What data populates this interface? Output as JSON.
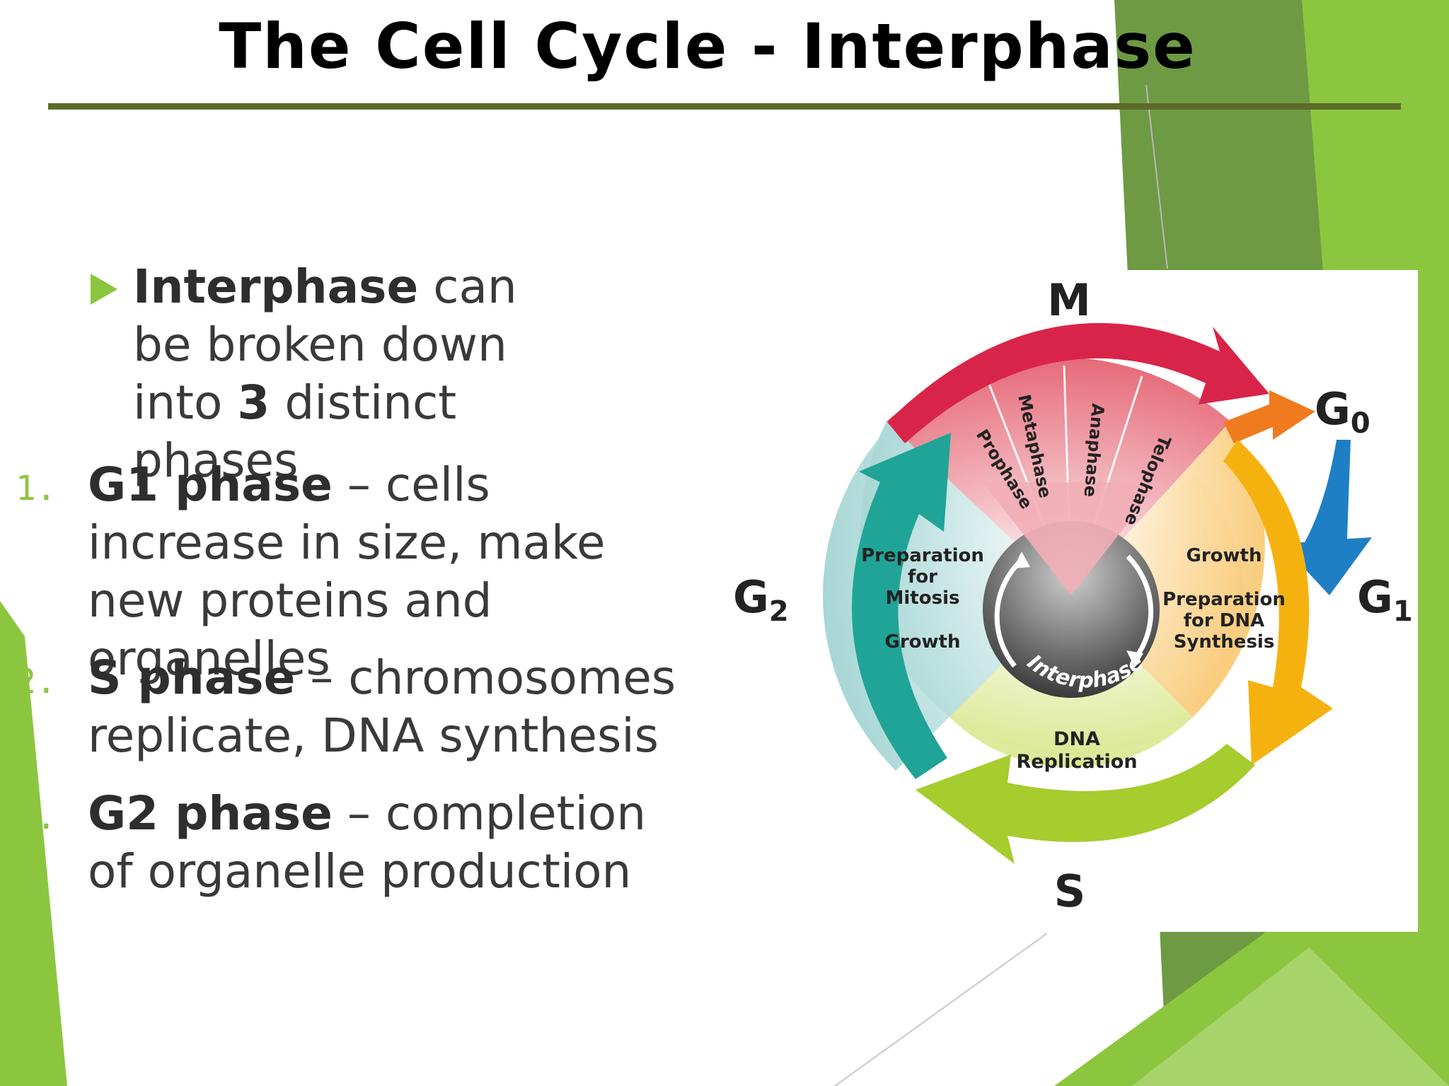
{
  "slide": {
    "title": "The Cell Cycle - Interphase",
    "bullet": {
      "bold_lead": "Interphase",
      "text_a": " can be broken down into ",
      "bold_num": "3",
      "text_b": " distinct phases"
    },
    "items": [
      {
        "number": "1.",
        "bold": "G1 phase",
        "text": " – cells increase in size, make new proteins and organelles"
      },
      {
        "number": "2.",
        "bold": "S phase",
        "text": " – chromosomes replicate, DNA synthesis"
      },
      {
        "number": "3.",
        "bold": "G2 phase",
        "text": " – completion of organelle production"
      }
    ]
  },
  "diagram": {
    "labels": {
      "m": "M",
      "g0": "G",
      "g0_sub": "0",
      "g1": "G",
      "g1_sub": "1",
      "g2": "G",
      "g2_sub": "2",
      "s": "S"
    },
    "mitosis_phases": [
      "Prophase",
      "Metaphase",
      "Anaphase",
      "Telophase"
    ],
    "g2_text": [
      "Preparation",
      "for",
      "Mitosis",
      "Growth"
    ],
    "g1_text": [
      "Growth",
      "Preparation",
      "for DNA",
      "Synthesis"
    ],
    "s_text": [
      "DNA",
      "Replication"
    ],
    "center_label": "Interphase",
    "colors": {
      "accent_green": "#8cc63f",
      "dark_green": "#5b6b2a",
      "m_red": "#d92449",
      "g1_orange": "#f5b20f",
      "g0_orange": "#f07a1e",
      "g0_blue": "#1f7fc4",
      "s_green": "#a6cc2e",
      "g2_teal": "#1fa497"
    }
  }
}
